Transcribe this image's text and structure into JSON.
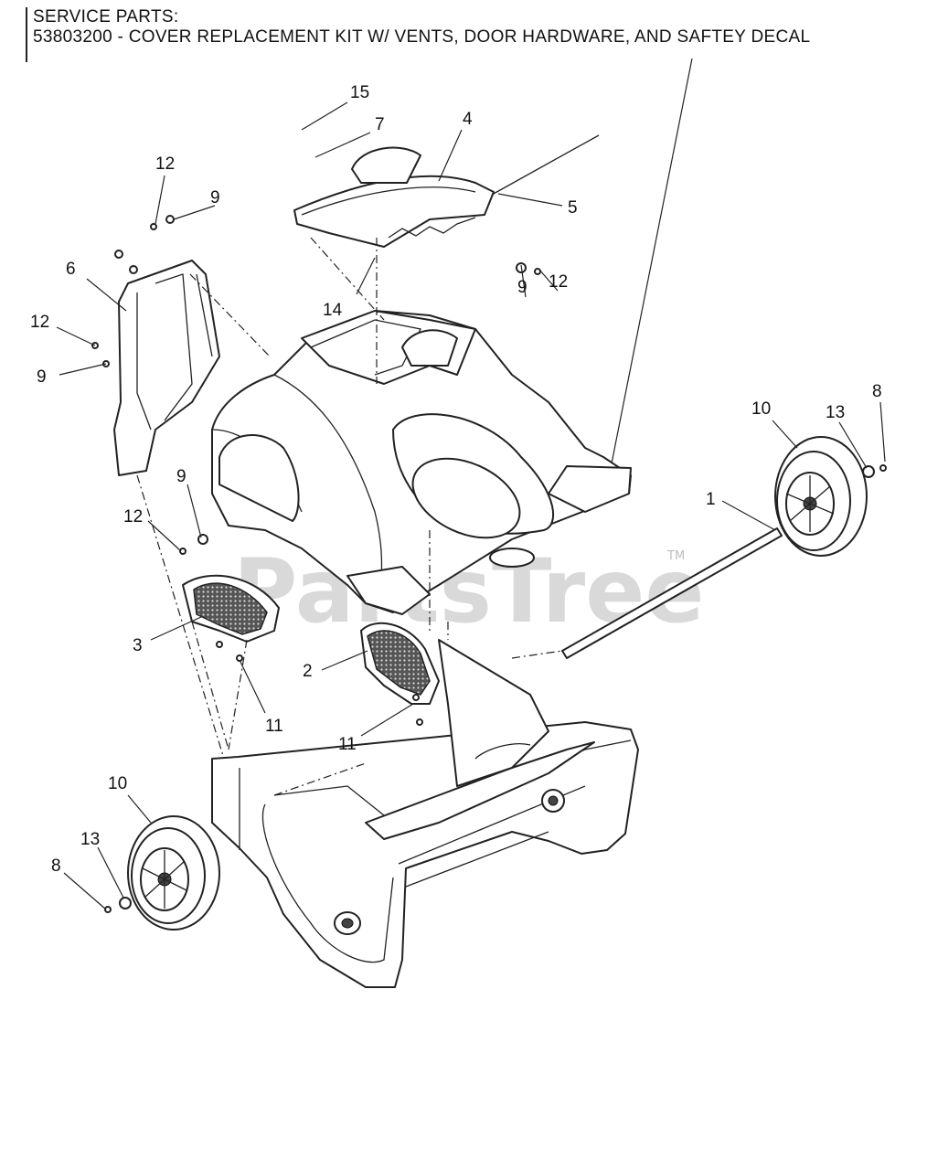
{
  "header": {
    "line1": "SERVICE PARTS:",
    "line2": "53803200 - COVER REPLACEMENT KIT W/ VENTS, DOOR  HARDWARE, AND SAFTEY DECAL"
  },
  "watermark": {
    "text": "PartsTree",
    "tm": "TM"
  },
  "callouts": {
    "c1": "1",
    "c2": "2",
    "c3": "3",
    "c4": "4",
    "c5": "5",
    "c6": "6",
    "c7": "7",
    "c8_right": "8",
    "c8_left": "8",
    "c9_topleft": "9",
    "c9_left": "9",
    "c9_right": "9",
    "c9_lower": "9",
    "c10_right": "10",
    "c10_left": "10",
    "c11_left": "11",
    "c11_center": "11",
    "c12_topleft": "12",
    "c12_left": "12",
    "c12_right": "12",
    "c12_lower": "12",
    "c13_right": "13",
    "c13_left": "13",
    "c14": "14",
    "c15": "15"
  }
}
